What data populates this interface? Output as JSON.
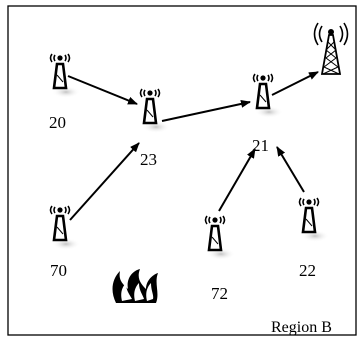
{
  "diagram": {
    "region_label": "Region B",
    "nodes": [
      {
        "id": "n20",
        "label": "20"
      },
      {
        "id": "n23",
        "label": "23"
      },
      {
        "id": "n21",
        "label": "21"
      },
      {
        "id": "n70",
        "label": "70"
      },
      {
        "id": "n72",
        "label": "72"
      },
      {
        "id": "n22",
        "label": "22"
      }
    ],
    "edges": [
      {
        "from": "n20",
        "to": "n23"
      },
      {
        "from": "n70",
        "to": "n23"
      },
      {
        "from": "n23",
        "to": "n21"
      },
      {
        "from": "n21",
        "to": "tower"
      },
      {
        "from": "n72",
        "to": "n21"
      },
      {
        "from": "n22",
        "to": "n21"
      }
    ],
    "icons": {
      "sink": "cell-tower-icon",
      "sensor": "sensor-node-icon",
      "hazard": "fire-icon"
    },
    "colors": {
      "line": "#000000",
      "node_fill": "#ffffff",
      "shadow": "#c8c8c8"
    }
  }
}
